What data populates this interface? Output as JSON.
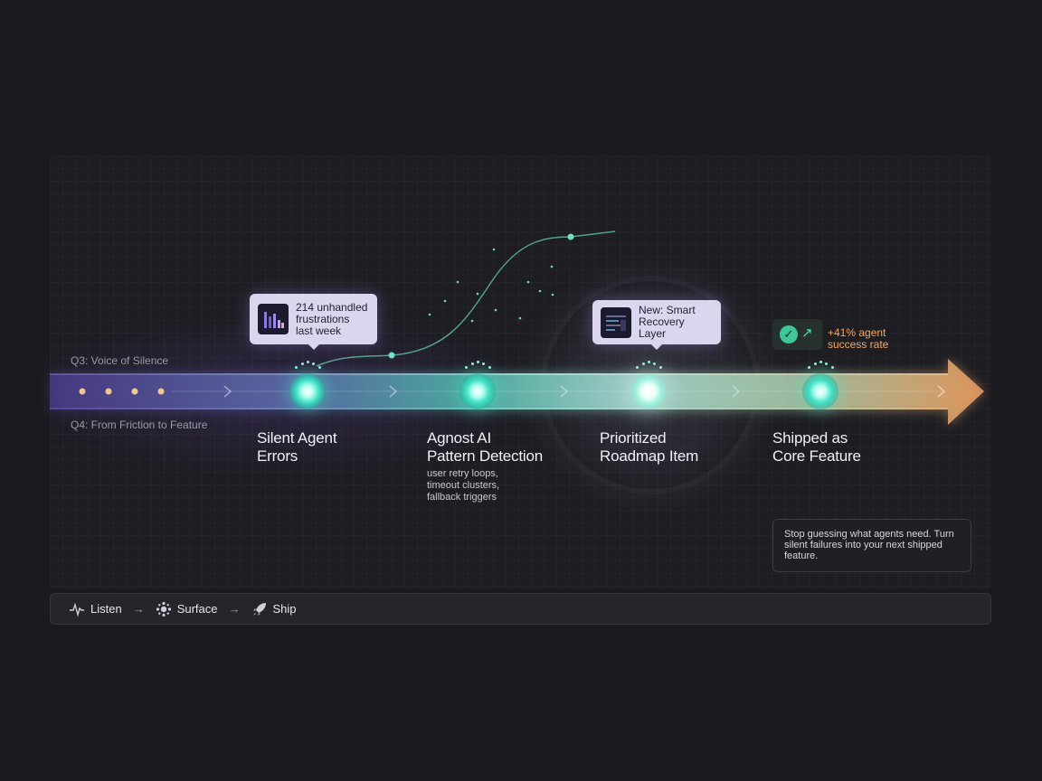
{
  "lanes": {
    "top": "Q3: Voice of Silence",
    "bottom": "Q4: From Friction to Feature"
  },
  "stages": [
    {
      "title_line1": "Silent Agent",
      "title_line2": "Errors"
    },
    {
      "title_line1": "Agnost AI",
      "title_line2": "Pattern Detection",
      "sub": [
        "user retry loops,",
        "timeout clusters,",
        "fallback triggers"
      ]
    },
    {
      "title_line1": "Prioritized",
      "title_line2": "Roadmap Item"
    },
    {
      "title_line1": "Shipped as",
      "title_line2": "Core Feature"
    }
  ],
  "callouts": {
    "first": {
      "line1": "214 unhandled",
      "line2": "frustrations",
      "line3": "last week",
      "icon": "bar-chart-icon"
    },
    "third": {
      "line1": "New: Smart",
      "line2": "Recovery Layer",
      "icon": "dashboard-icon"
    }
  },
  "metric": {
    "line1": "+41% agent",
    "line2": "success rate",
    "icon": "check-trend-icon"
  },
  "note": {
    "line1": "Stop guessing what agents need. Turn",
    "line2": "silent failures into your next shipped",
    "line3": "feature."
  },
  "footer": {
    "items": [
      {
        "label": "Listen",
        "icon": "pulse-icon"
      },
      {
        "label": "Surface",
        "icon": "cluster-icon"
      },
      {
        "label": "Ship",
        "icon": "rocket-icon"
      }
    ],
    "separator": "→"
  },
  "colors": {
    "background": "#1b1b1f",
    "arrow_start": "#5a4a9a",
    "arrow_mid": "#6fd8c8",
    "arrow_end": "#f0a868",
    "node": "#3fe0c4",
    "callout_bg": "#d9d6ee",
    "metric_text": "#f0a868"
  }
}
